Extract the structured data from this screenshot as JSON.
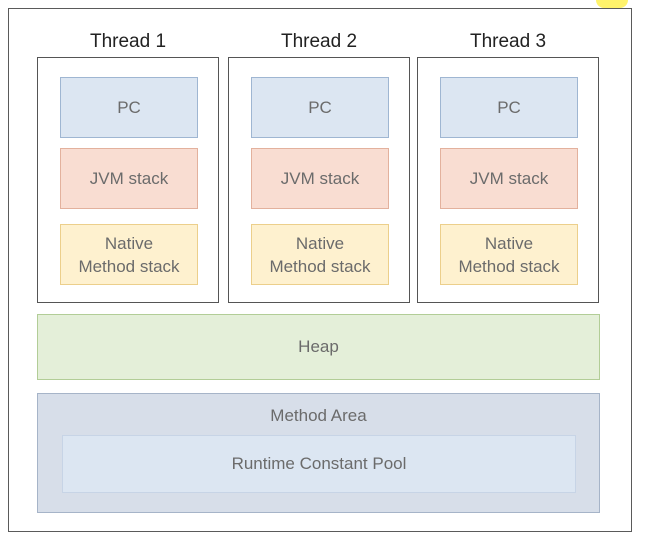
{
  "threads": [
    {
      "title": "Thread 1",
      "pc": "PC",
      "jvm_stack": "JVM stack",
      "native_line1": "Native",
      "native_line2": "Method stack"
    },
    {
      "title": "Thread 2",
      "pc": "PC",
      "jvm_stack": "JVM stack",
      "native_line1": "Native",
      "native_line2": "Method stack"
    },
    {
      "title": "Thread 3",
      "pc": "PC",
      "jvm_stack": "JVM stack",
      "native_line1": "Native",
      "native_line2": "Method stack"
    }
  ],
  "heap": {
    "label": "Heap"
  },
  "method_area": {
    "label": "Method Area",
    "runtime_constant_pool": "Runtime Constant Pool"
  },
  "colors": {
    "pc": "#dce6f2",
    "jvm_stack": "#f9ddd2",
    "native_method_stack": "#fef1cf",
    "heap": "#e4efd9",
    "method_area": "#d7dee9",
    "highlight": "#fff36b"
  }
}
